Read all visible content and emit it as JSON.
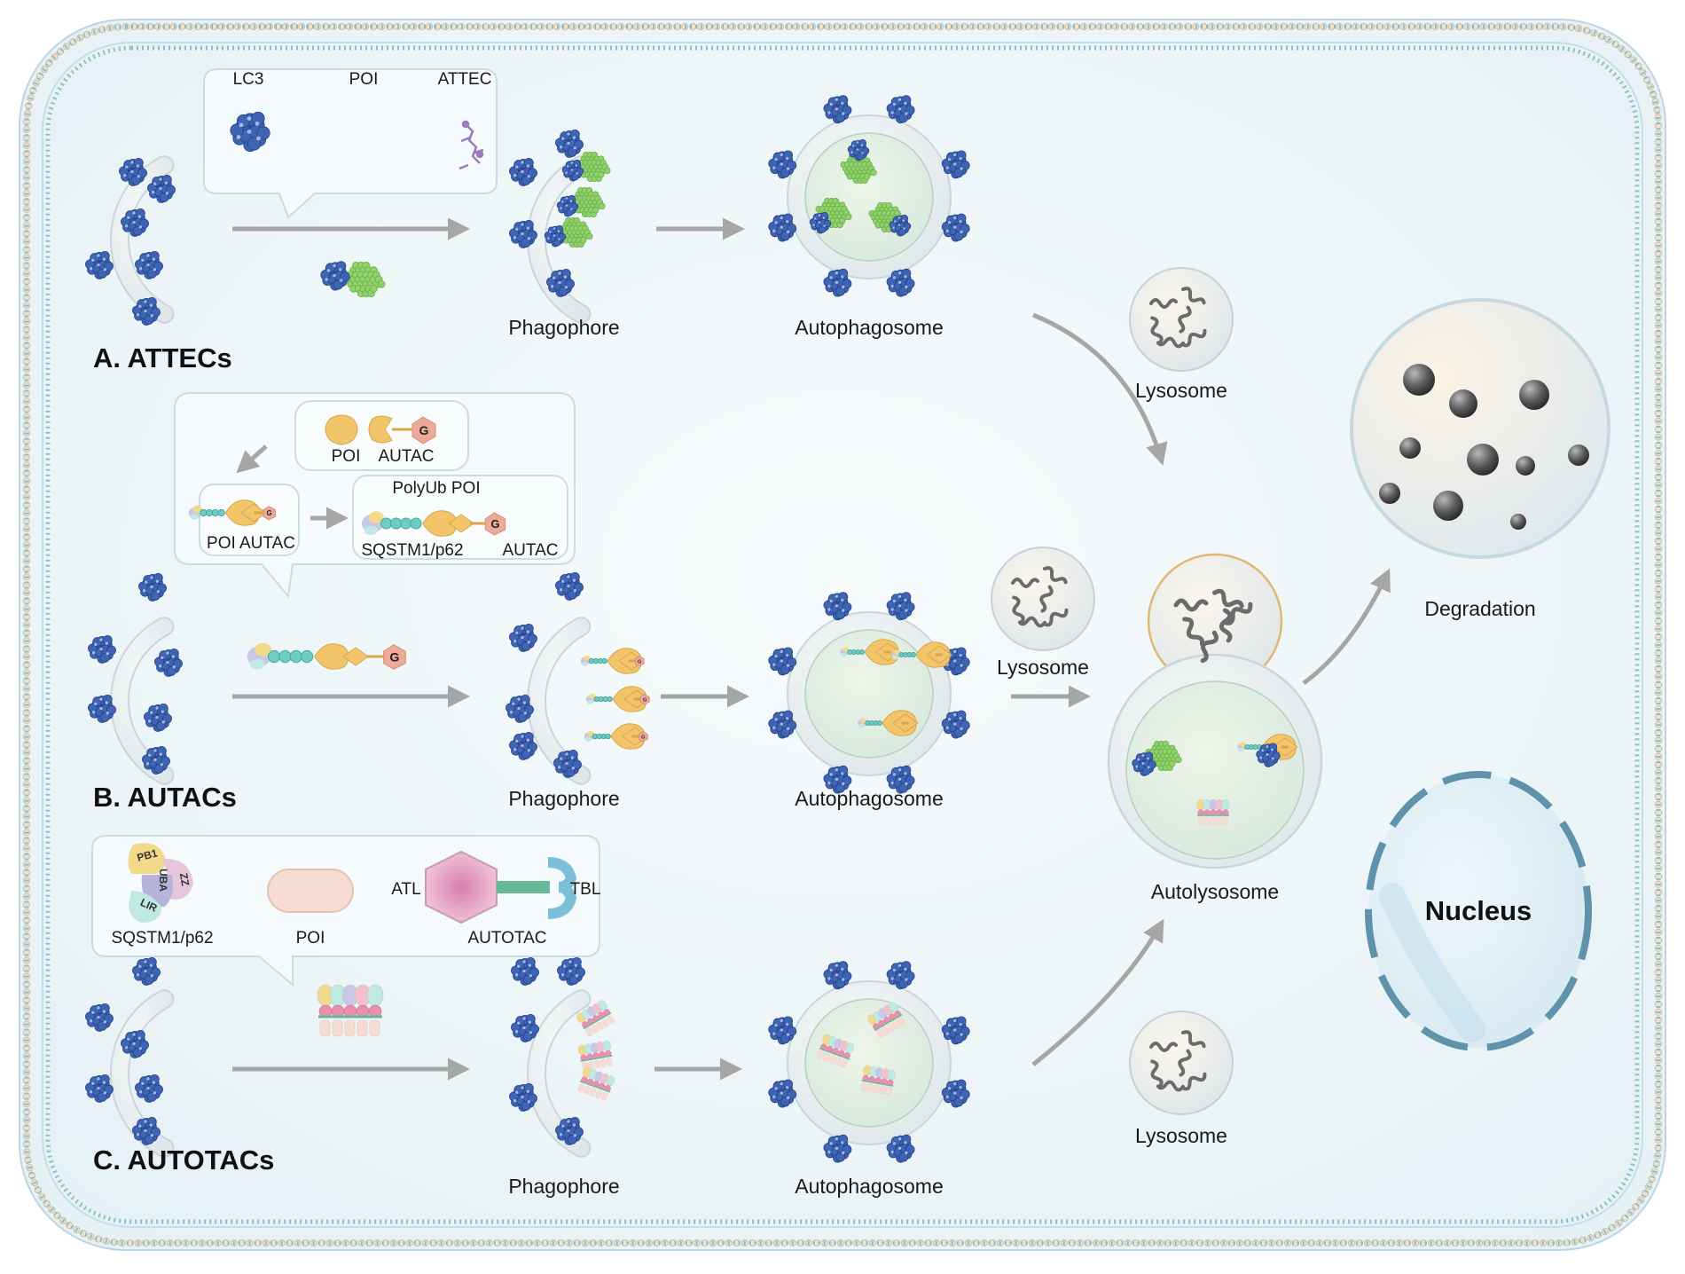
{
  "sections": {
    "a": "A. ATTECs",
    "b": "B. AUTACs",
    "c": "C. AUTOTACs"
  },
  "stages": {
    "phagophore": "Phagophore",
    "autophagosome": "Autophagosome",
    "lysosome": "Lysosome",
    "autolysosome": "Autolysosome",
    "degradation": "Degradation",
    "nucleus": "Nucleus"
  },
  "legend_a": {
    "lc3": "LC3",
    "poi": "POI",
    "attec": "ATTEC"
  },
  "legend_b": {
    "poi": "POI",
    "autac": "AUTAC",
    "poi_autac": "POI AUTAC",
    "polyub_poi": "PolyUb POI",
    "sqstm1": "SQSTM1/p62",
    "autac2": "AUTAC",
    "g": "G"
  },
  "legend_c": {
    "pb1": "PB1",
    "zz": "ZZ",
    "uba": "UBA",
    "lir": "LIR",
    "sqstm1": "SQSTM1/p62",
    "poi": "POI",
    "atl": "ATL",
    "tbl": "TBL",
    "autotac": "AUTOTAC"
  },
  "colors": {
    "cell_fill": "#eef5f7",
    "membrane": "#9fc6d6",
    "lc3_blue": "#3f64b4",
    "poi_green": "#8fd16a",
    "autac_orange": "#f3c56a",
    "guanine_pink": "#eeaa98",
    "chain_teal": "#6ccdc4",
    "nucleus_border": "#5f93aa",
    "arrow_gray": "#a6a6a6"
  }
}
